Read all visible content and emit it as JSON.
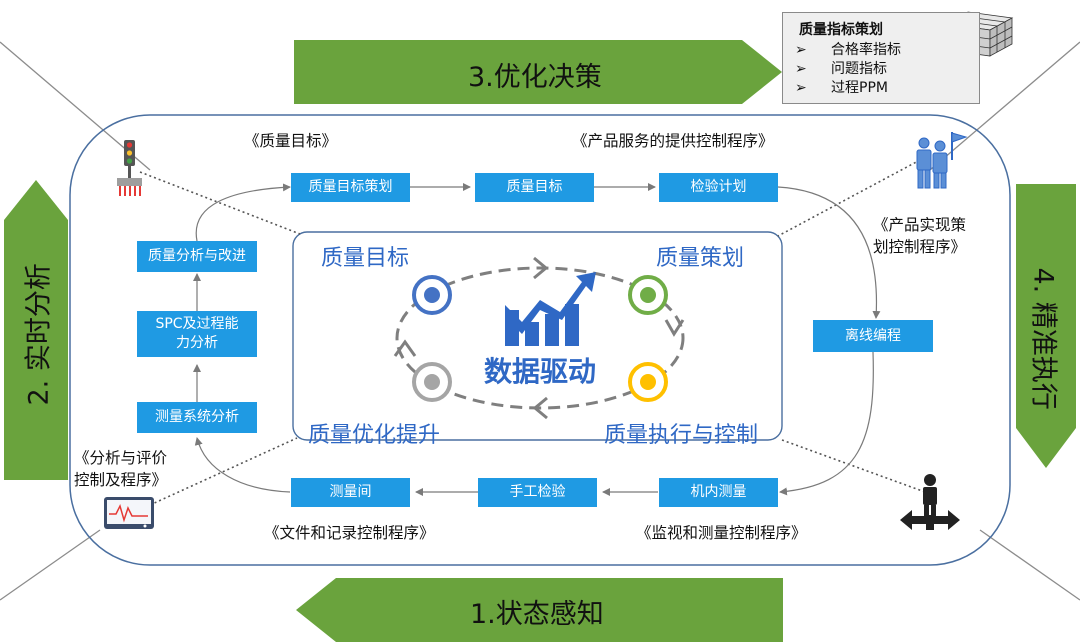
{
  "arrows": {
    "top": "3.优化决策",
    "bottom": "1.状态感知",
    "left": "2. 实时分析",
    "right": "4. 精准执行"
  },
  "card": {
    "title": "质量指标策划",
    "items": [
      "合格率指标",
      "问题指标",
      "过程PPM"
    ]
  },
  "procedures": {
    "quality_goal": "《质量目标》",
    "service_control": "《产品服务的提供控制程序》",
    "realization_line1": "《产品实现策",
    "realization_line2": "划控制程序》",
    "analysis_line1": "《分析与评价",
    "analysis_line2": "控制及程序》",
    "document_control": "《文件和记录控制程序》",
    "monitor_control": "《监视和测量控制程序》"
  },
  "steps": {
    "goal_planning": "质量目标策划",
    "goal": "质量目标",
    "inspection_plan": "检验计划",
    "offline_programming": "离线编程",
    "inline_measure": "机内测量",
    "manual_inspection": "手工检验",
    "measure_room": "测量间",
    "msa": "测量系统分析",
    "spc_line1": "SPC及过程能",
    "spc_line2": "力分析",
    "quality_improve": "质量分析与改进"
  },
  "center": {
    "title": "数据驱动",
    "q_goal": "质量目标",
    "q_plan": "质量策划",
    "q_improve": "质量优化提升",
    "q_execute": "质量执行与控制"
  },
  "colors": {
    "arrow_green": "#6aa33d",
    "step_blue": "#1f9ae3",
    "text_blue": "#2f68c5",
    "node_blue": "#4472c4",
    "node_green": "#70ad47",
    "node_yellow": "#ffc000",
    "node_gray": "#a5a5a5"
  },
  "icons": [
    "traffic-light-icon",
    "presenter-flag-icon",
    "monitor-chart-icon",
    "decision-person-icon",
    "cube-grid-icon",
    "growth-chart-icon"
  ]
}
